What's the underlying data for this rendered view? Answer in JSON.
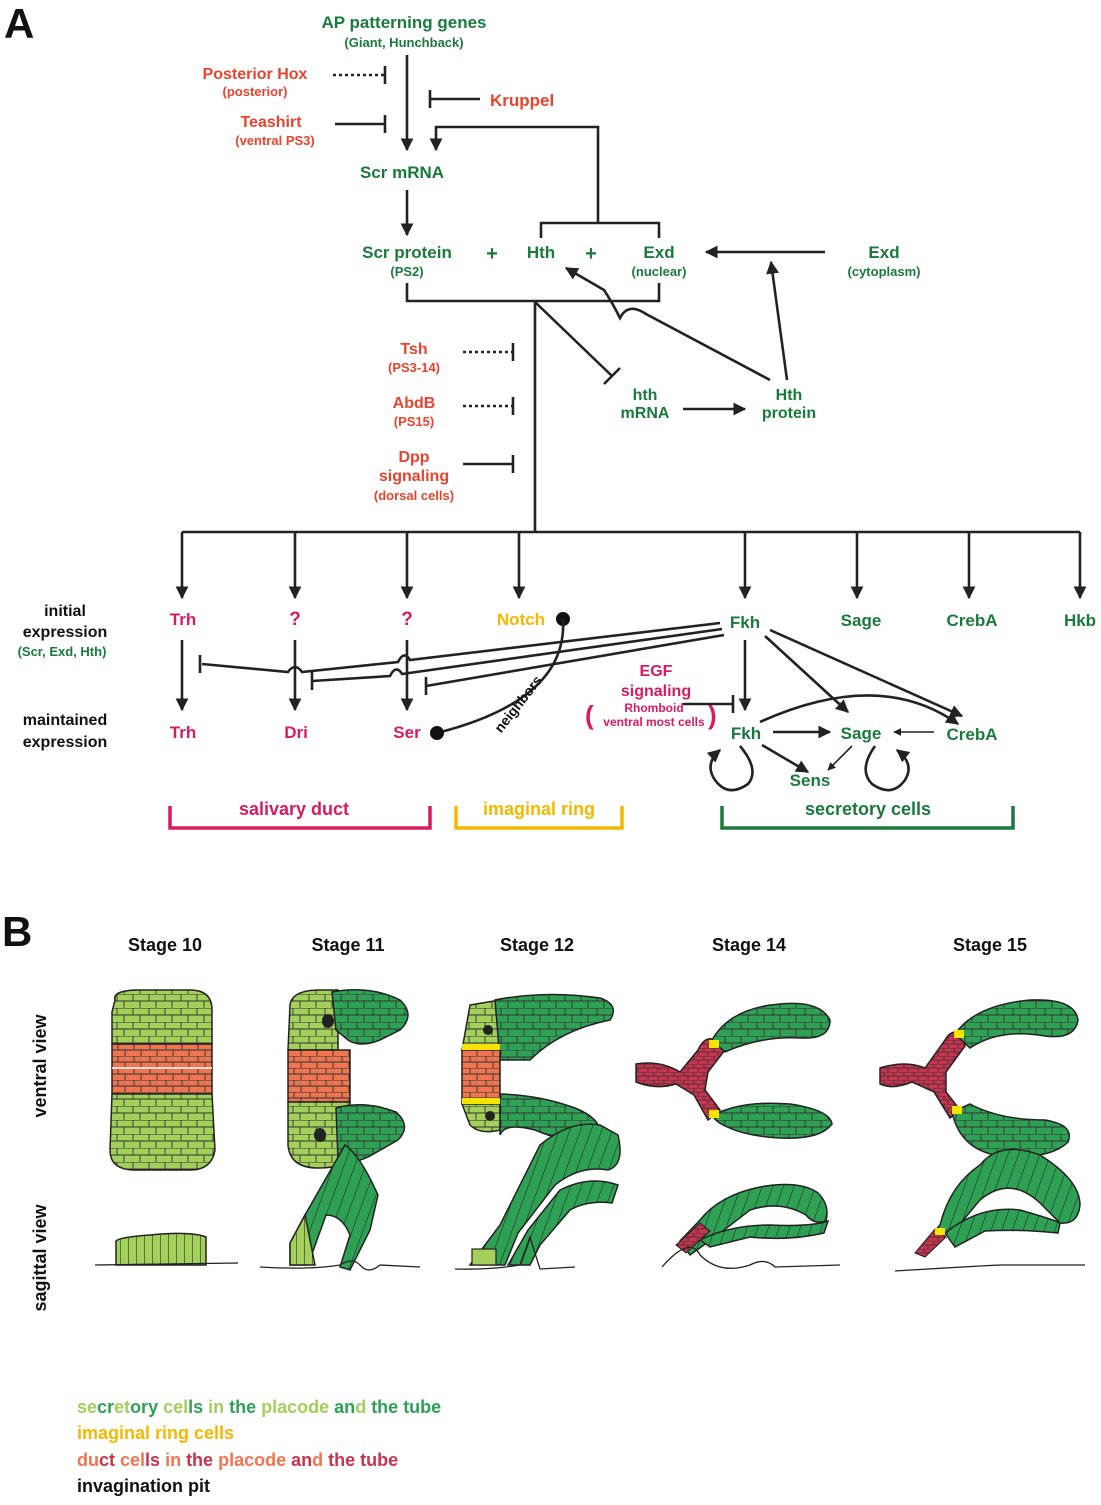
{
  "panel_labels": {
    "a": "A",
    "b": "B"
  },
  "colors": {
    "activator_green": "#1a7a3c",
    "repressor_red": "#e8432e",
    "duct_magenta": "#d81b60",
    "ring_yellow": "#f5b800",
    "secretory_light_green": "#a2d05a",
    "secretory_dark_green": "#2fa155",
    "duct_orange": "#ee7550",
    "duct_dark_red": "#c8334e"
  },
  "nodes": {
    "ap_title": "AP patterning genes",
    "ap_sub": "(Giant, Hunchback)",
    "posterior_hox": "Posterior Hox",
    "posterior_hox_sub": "(posterior)",
    "teashirt": "Teashirt",
    "teashirt_sub": "(ventral PS3)",
    "kruppel": "Kruppel",
    "scr_mrna": "Scr mRNA",
    "scr_protein": "Scr protein",
    "scr_protein_sub": "(PS2)",
    "plus": "+",
    "hth": "Hth",
    "exd_nuclear": "Exd",
    "exd_nuclear_sub": "(nuclear)",
    "exd_cyto": "Exd",
    "exd_cyto_sub": "(cytoplasm)",
    "tsh": "Tsh",
    "tsh_sub": "(PS3-14)",
    "abdb": "AbdB",
    "abdb_sub": "(PS15)",
    "dpp_1": "Dpp",
    "dpp_2": "signaling",
    "dpp_sub": "(dorsal cells)",
    "hth_mrna_1": "hth",
    "hth_mrna_2": "mRNA",
    "hth_prot_1": "Hth",
    "hth_prot_2": "protein"
  },
  "expression": {
    "initial_1": "initial",
    "initial_2": "expression",
    "initial_sub": "(Scr, Exd, Hth)",
    "maintained_1": "maintained",
    "maintained_2": "expression",
    "trh": "Trh",
    "q": "?",
    "notch": "Notch",
    "fkh": "Fkh",
    "sage": "Sage",
    "creba": "CrebA",
    "hkb": "Hkb",
    "dri": "Dri",
    "ser": "Ser",
    "neighbors": "neighbors",
    "egf_1": "EGF",
    "egf_2": "signaling",
    "egf_3": "Rhomboid",
    "egf_4": "ventral most cells",
    "sens": "Sens"
  },
  "groups": {
    "duct": "salivary duct",
    "ring": "imaginal ring",
    "secretory": "secretory cells"
  },
  "stages": [
    "Stage 10",
    "Stage 11",
    "Stage 12",
    "Stage 14",
    "Stage 15"
  ],
  "views": {
    "ventral": "ventral view",
    "sagittal": "sagittal view"
  },
  "legend": {
    "secretory": "secretory cells in the placode and the tube",
    "ring": "imaginal ring cells",
    "duct": "duct cells in the placode and the tube",
    "pit": "invagination pit"
  }
}
